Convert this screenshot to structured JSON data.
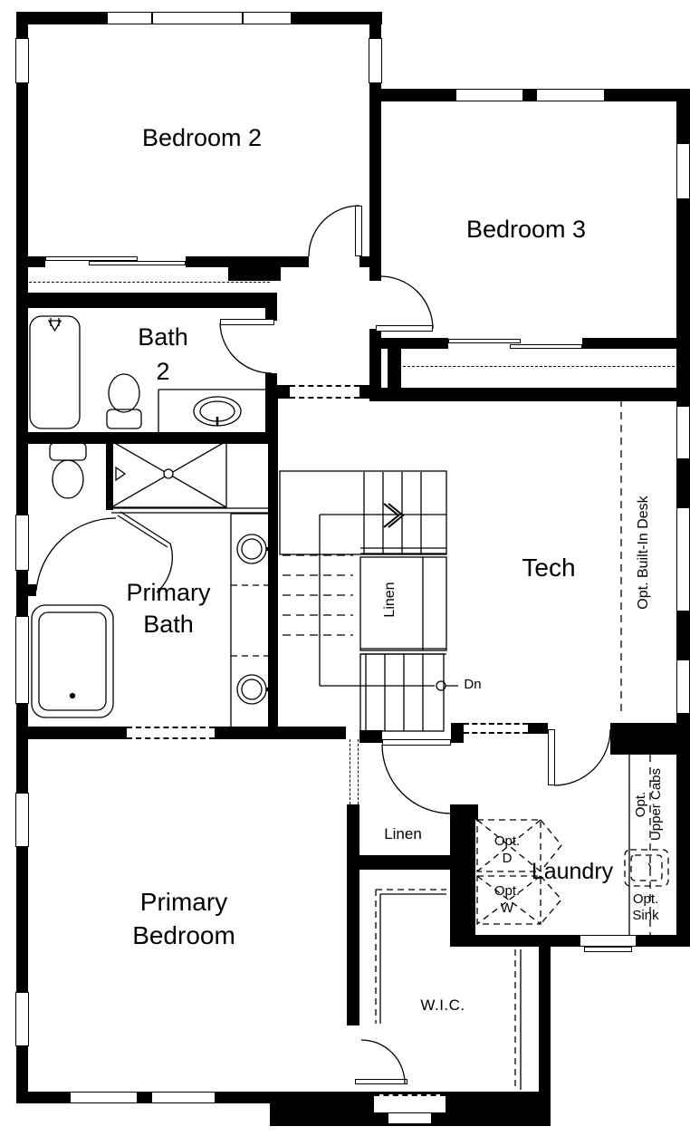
{
  "colors": {
    "wall": "#000000",
    "background": "#ffffff",
    "line": "#000000"
  },
  "rooms": {
    "bedroom2": {
      "label": "Bedroom 2"
    },
    "bedroom3": {
      "label": "Bedroom 3"
    },
    "bath2": {
      "line1": "Bath",
      "line2": "2"
    },
    "primary_bath": {
      "line1": "Primary",
      "line2": "Bath"
    },
    "tech": {
      "label": "Tech"
    },
    "primary_bedroom": {
      "line1": "Primary",
      "line2": "Bedroom"
    },
    "laundry": {
      "label": "Laundry"
    },
    "wic": {
      "label": "W.I.C."
    }
  },
  "closets": {
    "linen_stairs": {
      "label": "Linen"
    },
    "linen_hall": {
      "label": "Linen"
    }
  },
  "annotations": {
    "stairs_down": {
      "label": "Dn"
    },
    "opt_built_in_desk": {
      "label": "Opt. Built-In Desk"
    },
    "opt_dryer": {
      "line1": "Opt.",
      "line2": "D"
    },
    "opt_washer": {
      "line1": "Opt.",
      "line2": "W"
    },
    "opt_upper_cabs": {
      "line1": "Opt.",
      "line2": "Upper Cabs"
    },
    "opt_sink": {
      "line1": "Opt.",
      "line2": "Sink"
    }
  }
}
